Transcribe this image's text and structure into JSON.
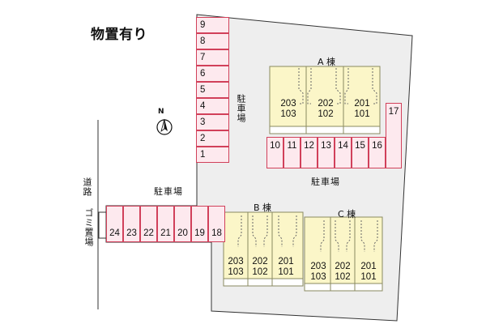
{
  "title": "物置有り",
  "road_label": "道路",
  "garbage_label": "ゴミ置場",
  "north_label": "N",
  "parking_labels": {
    "right_of_column": "駐車場",
    "left_area": "駐車場",
    "right_area": "駐車場"
  },
  "parking_spaces": {
    "column": [
      "9",
      "8",
      "7",
      "6",
      "5",
      "4",
      "3",
      "2",
      "1"
    ],
    "row_a": [
      "10",
      "11",
      "12",
      "13",
      "14",
      "15",
      "16"
    ],
    "corner": "17",
    "row_b": [
      "24",
      "23",
      "22",
      "21",
      "20",
      "19",
      "18"
    ]
  },
  "buildings": [
    {
      "label": "A 棟",
      "units": [
        {
          "upper": "203",
          "lower": "103"
        },
        {
          "upper": "202",
          "lower": "102"
        },
        {
          "upper": "201",
          "lower": "101"
        }
      ]
    },
    {
      "label": "B 棟",
      "units": [
        {
          "upper": "203",
          "lower": "103"
        },
        {
          "upper": "202",
          "lower": "102"
        },
        {
          "upper": "201",
          "lower": "101"
        }
      ]
    },
    {
      "label": "C 棟",
      "units": [
        {
          "upper": "203",
          "lower": "103"
        },
        {
          "upper": "202",
          "lower": "102"
        },
        {
          "upper": "201",
          "lower": "101"
        }
      ]
    }
  ],
  "colors": {
    "lot": "#eeeeee",
    "parking_fill": "#fde9ee",
    "parking_border": "#d1405a",
    "building_fill": "#fbf6c8",
    "building_border": "#8a8a60"
  }
}
